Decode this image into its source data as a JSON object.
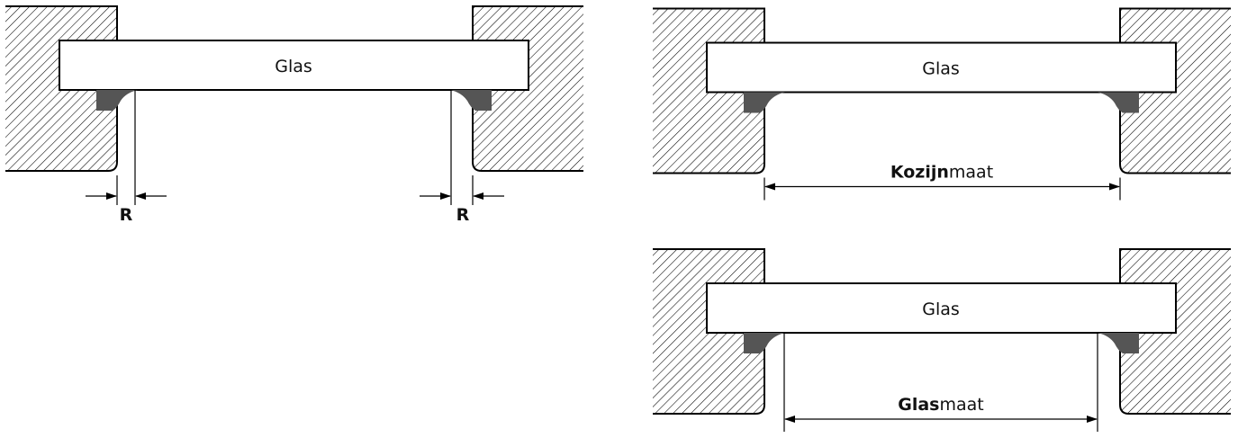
{
  "diagram_left": {
    "glass_label": "Glas",
    "clearance_left": "R",
    "clearance_right": "R"
  },
  "diagram_frame_size": {
    "glass_label": "Glas",
    "dimension_bold": "Kozijn",
    "dimension_rest": "maat"
  },
  "diagram_glass_size": {
    "glass_label": "Glas",
    "dimension_bold": "Glas",
    "dimension_rest": "maat"
  },
  "colors": {
    "sealant": "#555555",
    "line": "#000000"
  }
}
